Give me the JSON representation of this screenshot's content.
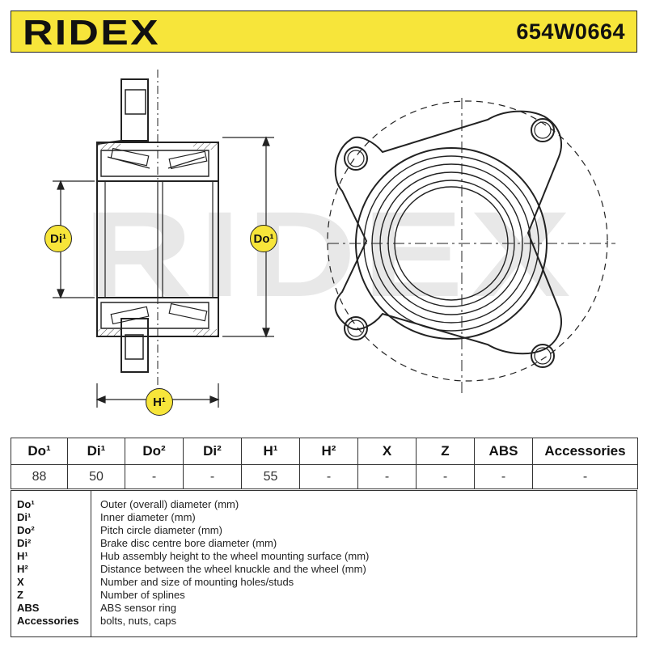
{
  "header": {
    "brand": "RIDEX",
    "part_number": "654W0664"
  },
  "colors": {
    "accent": "#f7e53a",
    "line": "#222222",
    "watermark": "#e6e6e6"
  },
  "drawing": {
    "watermark": "RIDEX",
    "badge_di": "Di¹",
    "badge_do": "Do¹",
    "badge_h": "H¹"
  },
  "table": {
    "headers": [
      "Do¹",
      "Di¹",
      "Do²",
      "Di²",
      "H¹",
      "H²",
      "X",
      "Z",
      "ABS",
      "Accessories"
    ],
    "values": [
      "88",
      "50",
      "-",
      "-",
      "55",
      "-",
      "-",
      "-",
      "-",
      "-"
    ]
  },
  "legend": [
    {
      "key": "Do¹",
      "desc": "Outer (overall) diameter (mm)"
    },
    {
      "key": "Di¹",
      "desc": "Inner diameter (mm)"
    },
    {
      "key": "Do²",
      "desc": "Pitch circle diameter (mm)"
    },
    {
      "key": "Di²",
      "desc": "Brake disc centre bore diameter (mm)"
    },
    {
      "key": "H¹",
      "desc": "Hub assembly height to the wheel mounting surface (mm)"
    },
    {
      "key": "H²",
      "desc": "Distance between the wheel knuckle and the wheel (mm)"
    },
    {
      "key": "X",
      "desc": "Number and size of mounting holes/studs"
    },
    {
      "key": "Z",
      "desc": "Number of splines"
    },
    {
      "key": "ABS",
      "desc": "ABS sensor ring"
    },
    {
      "key": "Accessories",
      "desc": "bolts, nuts, caps"
    }
  ]
}
